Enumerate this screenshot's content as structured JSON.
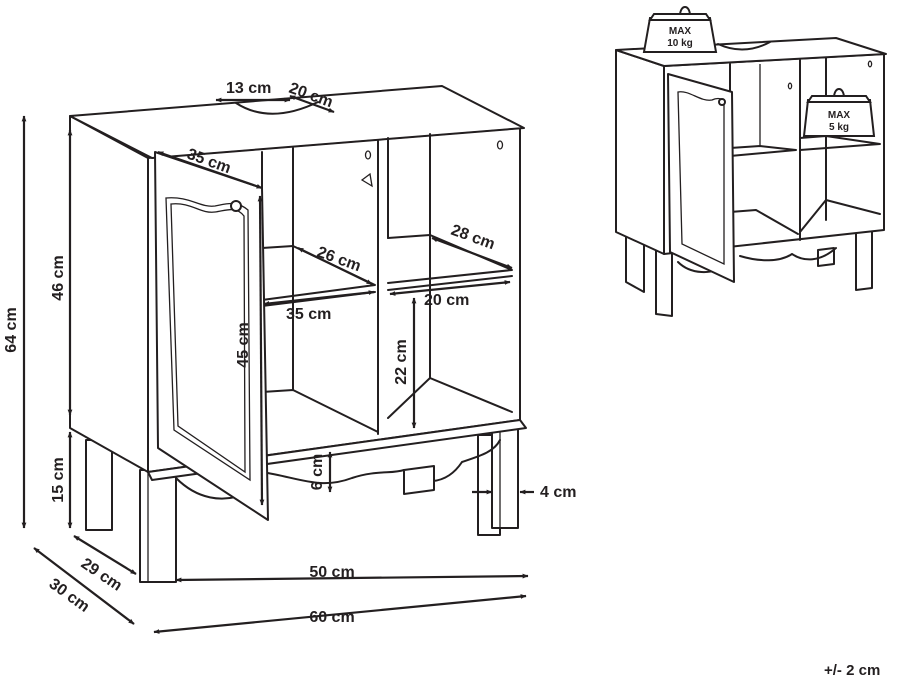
{
  "dimensions": {
    "total_height": "64 cm",
    "body_height": "46 cm",
    "leg_height": "15 cm",
    "inner_depth_side": "29 cm",
    "total_depth": "30 cm",
    "inner_width": "50 cm",
    "total_width": "60 cm",
    "cutout_width": "13 cm",
    "cutout_depth": "20 cm",
    "door_width": "35 cm",
    "door_height": "45 cm",
    "left_shelf_depth": "26 cm",
    "left_shelf_width": "35 cm",
    "right_shelf_depth": "28 cm",
    "right_shelf_width": "20 cm",
    "right_shelf_clearance": "22 cm",
    "apron_height": "6 cm",
    "leg_inset": "4 cm"
  },
  "load_limits": {
    "top": {
      "line1": "MAX",
      "line2": "10 kg"
    },
    "shelf": {
      "line1": "MAX",
      "line2": "5 kg"
    }
  },
  "tolerance": "+/- 2 cm"
}
